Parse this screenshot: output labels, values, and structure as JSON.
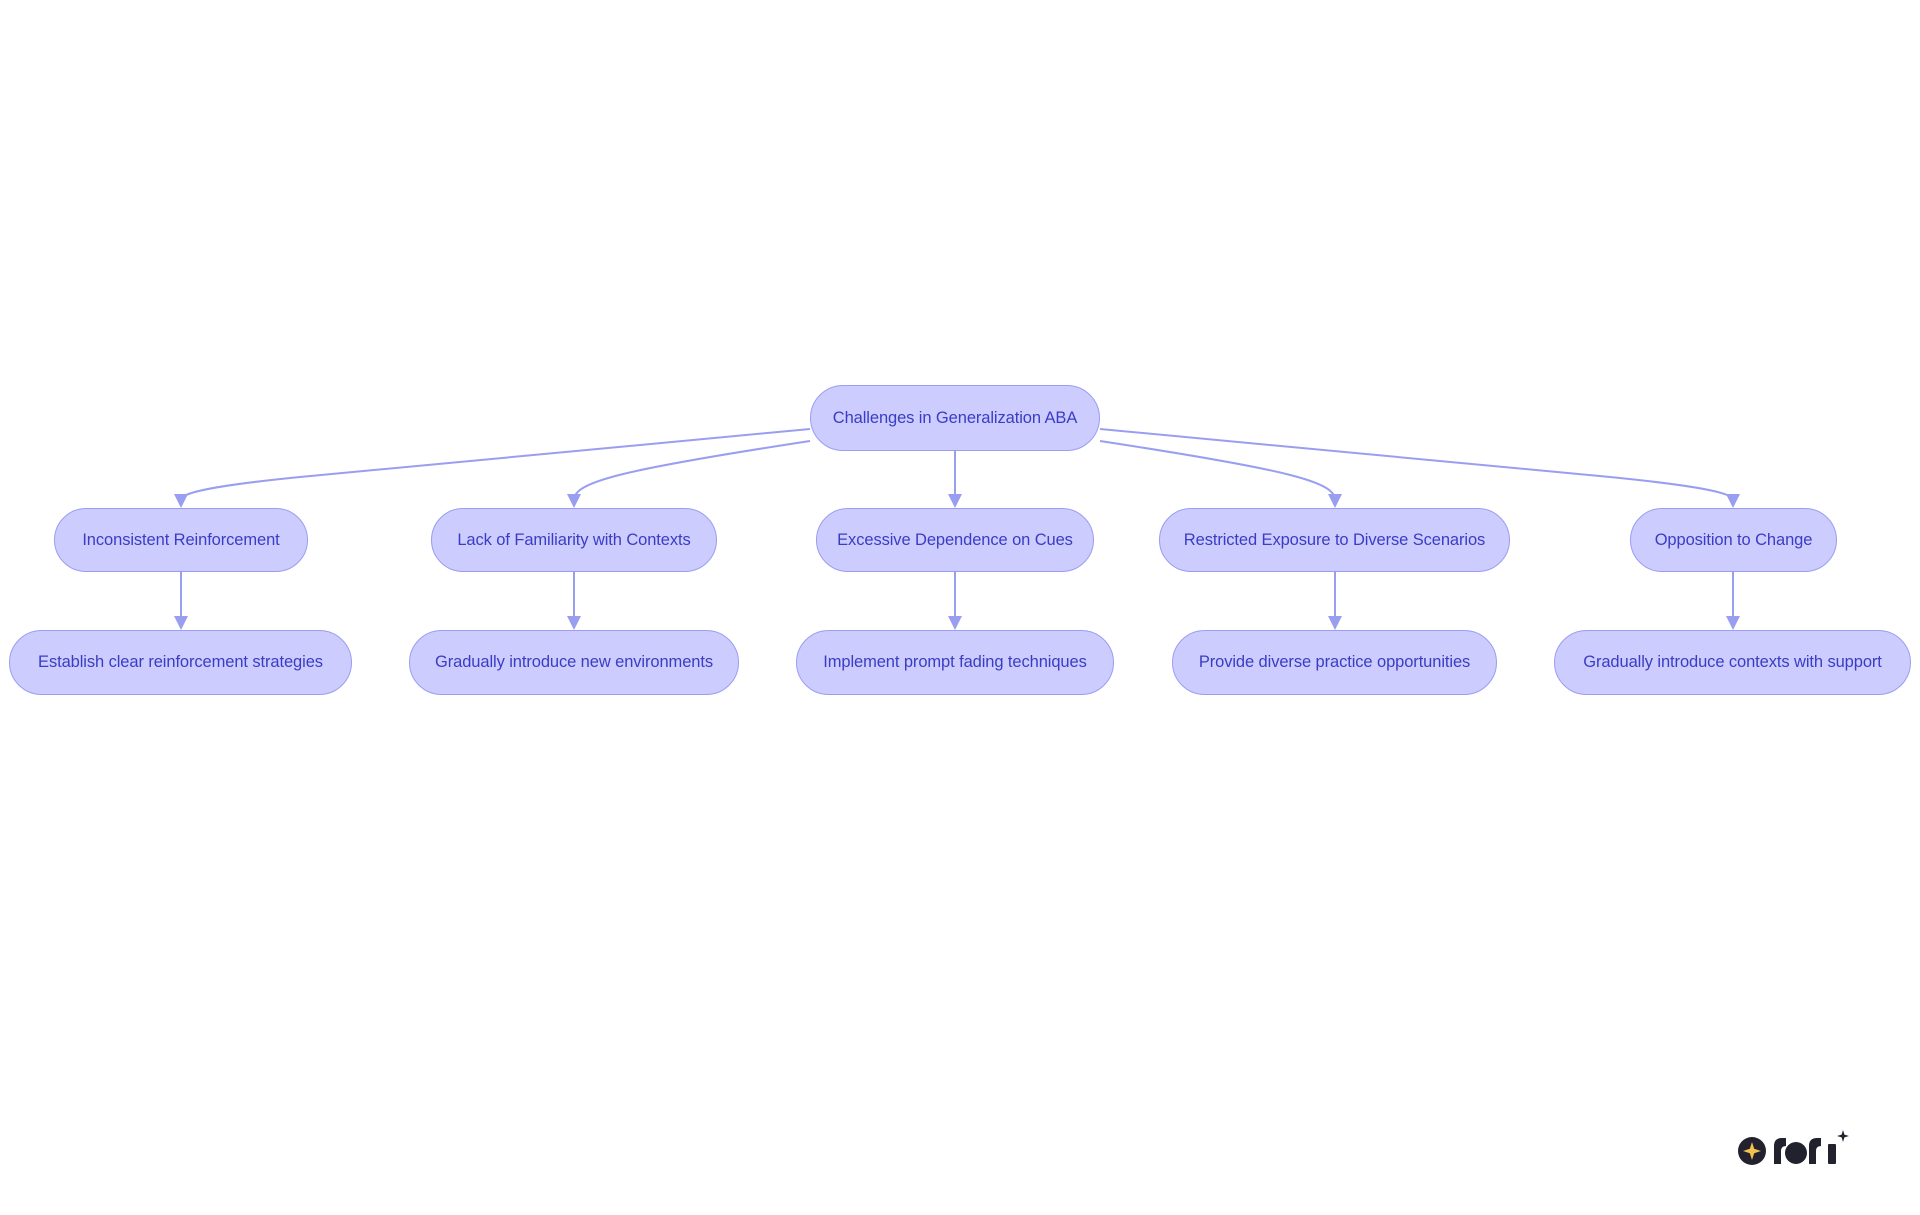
{
  "diagram": {
    "root": {
      "label": "Challenges in Generalization ABA"
    },
    "challenges": [
      {
        "label": "Inconsistent Reinforcement"
      },
      {
        "label": "Lack of Familiarity with Contexts"
      },
      {
        "label": "Excessive Dependence on Cues"
      },
      {
        "label": "Restricted Exposure to Diverse Scenarios"
      },
      {
        "label": "Opposition to Change"
      }
    ],
    "solutions": [
      {
        "label": "Establish clear reinforcement strategies"
      },
      {
        "label": "Gradually introduce new environments"
      },
      {
        "label": "Implement prompt fading techniques"
      },
      {
        "label": "Provide diverse practice opportunities"
      },
      {
        "label": "Gradually introduce contexts with support"
      }
    ],
    "edges": [
      {
        "from": "root",
        "to": "challenge-0"
      },
      {
        "from": "root",
        "to": "challenge-1"
      },
      {
        "from": "root",
        "to": "challenge-2"
      },
      {
        "from": "root",
        "to": "challenge-3"
      },
      {
        "from": "root",
        "to": "challenge-4"
      },
      {
        "from": "challenge-0",
        "to": "solution-0"
      },
      {
        "from": "challenge-1",
        "to": "solution-1"
      },
      {
        "from": "challenge-2",
        "to": "solution-2"
      },
      {
        "from": "challenge-3",
        "to": "solution-3"
      },
      {
        "from": "challenge-4",
        "to": "solution-4"
      }
    ]
  },
  "colors": {
    "node_fill": "#ccccff",
    "node_border": "#9a9df0",
    "node_text": "#3a3dc4",
    "edge": "#9a9ef0",
    "logo_dark": "#22222e",
    "logo_star": "#f2c14e"
  },
  "logo": {
    "icon": "rori-logo"
  }
}
